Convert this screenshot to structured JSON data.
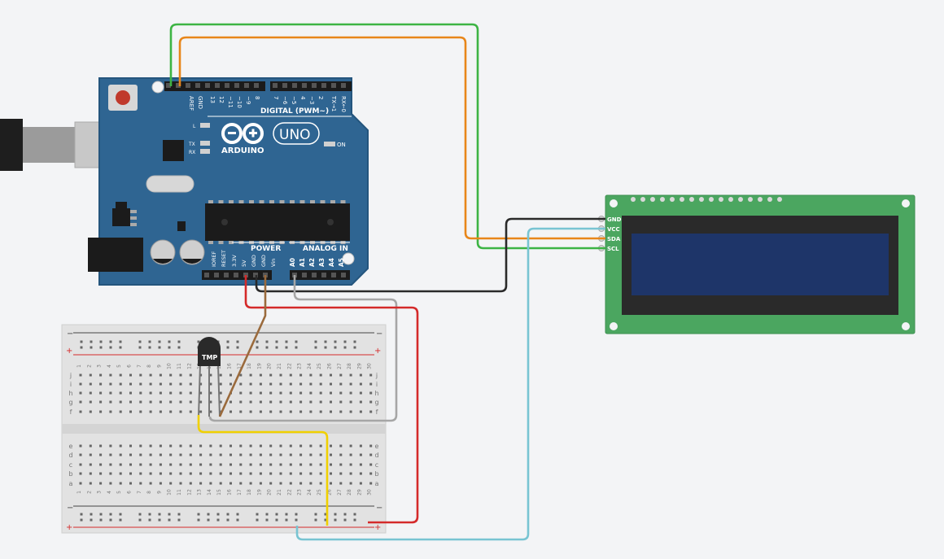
{
  "colors": {
    "background": "#f3f4f6",
    "board": "#2f6592",
    "board_edge": "#24557d",
    "lcd_pcb": "#4ba660",
    "lcd_screen": "#1e3569",
    "wire_green": "#3db444",
    "wire_orange": "#e8861a",
    "wire_black": "#2a2a2a",
    "wire_gray": "#a6a6a6",
    "wire_red": "#d42a2a",
    "wire_brown": "#9a6a3c",
    "wire_yellow": "#f0d000",
    "wire_cyan": "#78c4d2"
  },
  "arduino": {
    "brand": "ARDUINO",
    "model": "UNO",
    "digital_label": "DIGITAL (PWM~)",
    "power_label": "POWER",
    "analog_label": "ANALOG IN",
    "on_label": "ON",
    "led_l": "L",
    "led_tx": "TX",
    "led_rx": "RX",
    "top_pins": [
      "AREF",
      "GND",
      "13",
      "12",
      "~11",
      "~10",
      "~9",
      "8",
      "7",
      "~6",
      "~5",
      "4",
      "~3",
      "2",
      "TX→1",
      "RX←0"
    ],
    "power_pins": [
      "IOREF",
      "RESET",
      "3.3V",
      "5V",
      "GND",
      "GND",
      "Vin"
    ],
    "analog_pins": [
      "A0",
      "A1",
      "A2",
      "A3",
      "A4",
      "A5"
    ]
  },
  "sensor": {
    "label": "TMP"
  },
  "lcd": {
    "pins": [
      "GND",
      "VCC",
      "SDA",
      "SCL"
    ]
  },
  "breadboard": {
    "rows_top": [
      "j",
      "i",
      "h",
      "g",
      "f"
    ],
    "rows_bottom": [
      "e",
      "d",
      "c",
      "b",
      "a"
    ],
    "minus": "−",
    "plus": "+"
  }
}
